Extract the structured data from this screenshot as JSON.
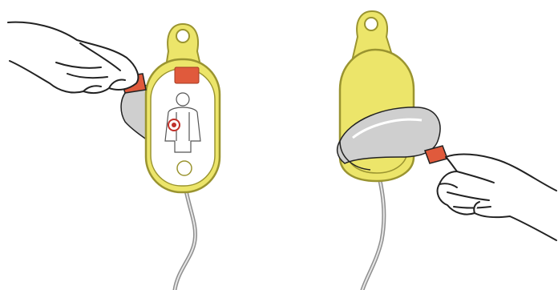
{
  "illustration": {
    "panels": [
      {
        "id": "left",
        "step": "peel-liner-from-electrode-pad"
      },
      {
        "id": "right",
        "step": "pull-liner-back-by-tab"
      }
    ],
    "icons": {
      "left_hand": "hand-icon",
      "right_hand": "hand-icon",
      "pad": "electrode-pad-icon",
      "torso_diagram": "torso-placement-icon",
      "heart_marker": "heart-icon",
      "cable": "cable-icon"
    },
    "colors": {
      "pad_yellow": "#ece56a",
      "pad_outline": "#9a9430",
      "tab_red": "#e05a3c",
      "liner_gray": "#cfcfcf",
      "pad_white": "#ffffff",
      "line": "#222222",
      "cable_gray": "#8f8f8f"
    }
  }
}
